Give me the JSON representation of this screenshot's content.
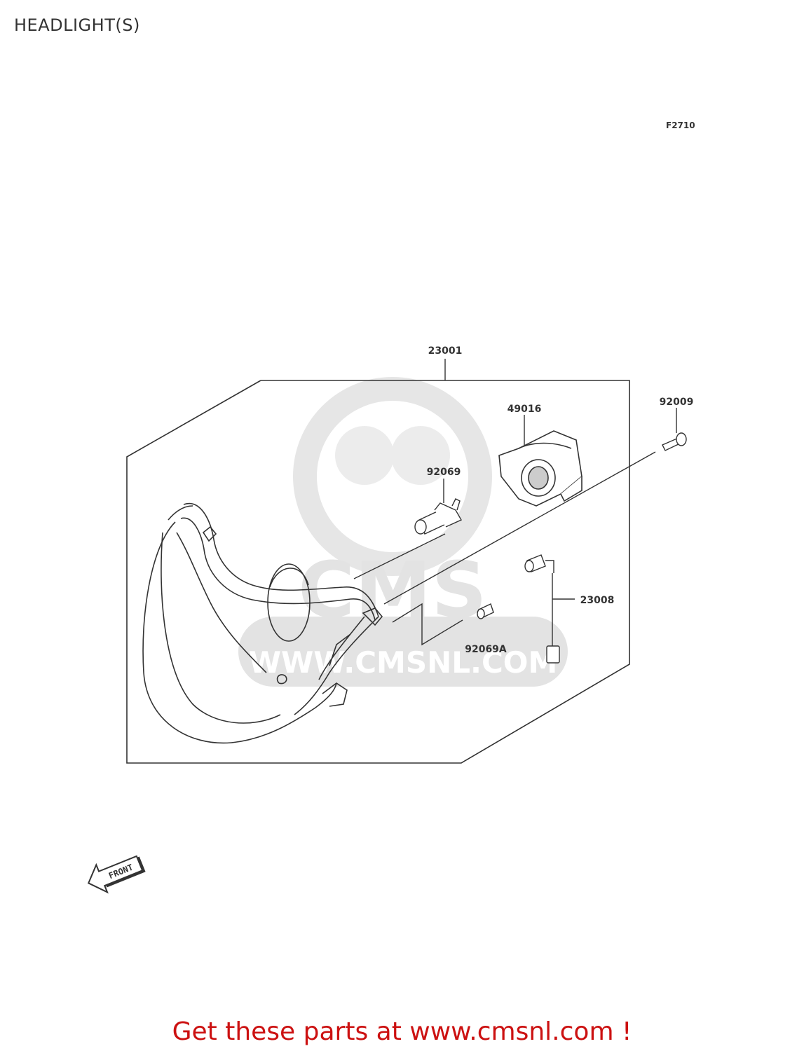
{
  "page": {
    "title": "HEADLIGHT(S)",
    "figure_code": "F2710",
    "footer": "Get these parts at www.cmsnl.com !"
  },
  "parts": {
    "housing": "23001",
    "cover": "49016",
    "screw": "92009",
    "bulb": "92069",
    "socket": "23008",
    "small_bulb": "92069A"
  },
  "direction": {
    "front_label": "FRONT"
  },
  "watermark": {
    "brand": "CMS",
    "url": "WWW.CMSNL.COM"
  },
  "colors": {
    "line": "#333333",
    "footer_text": "#cc1111",
    "watermark": "#e6e6e6"
  }
}
